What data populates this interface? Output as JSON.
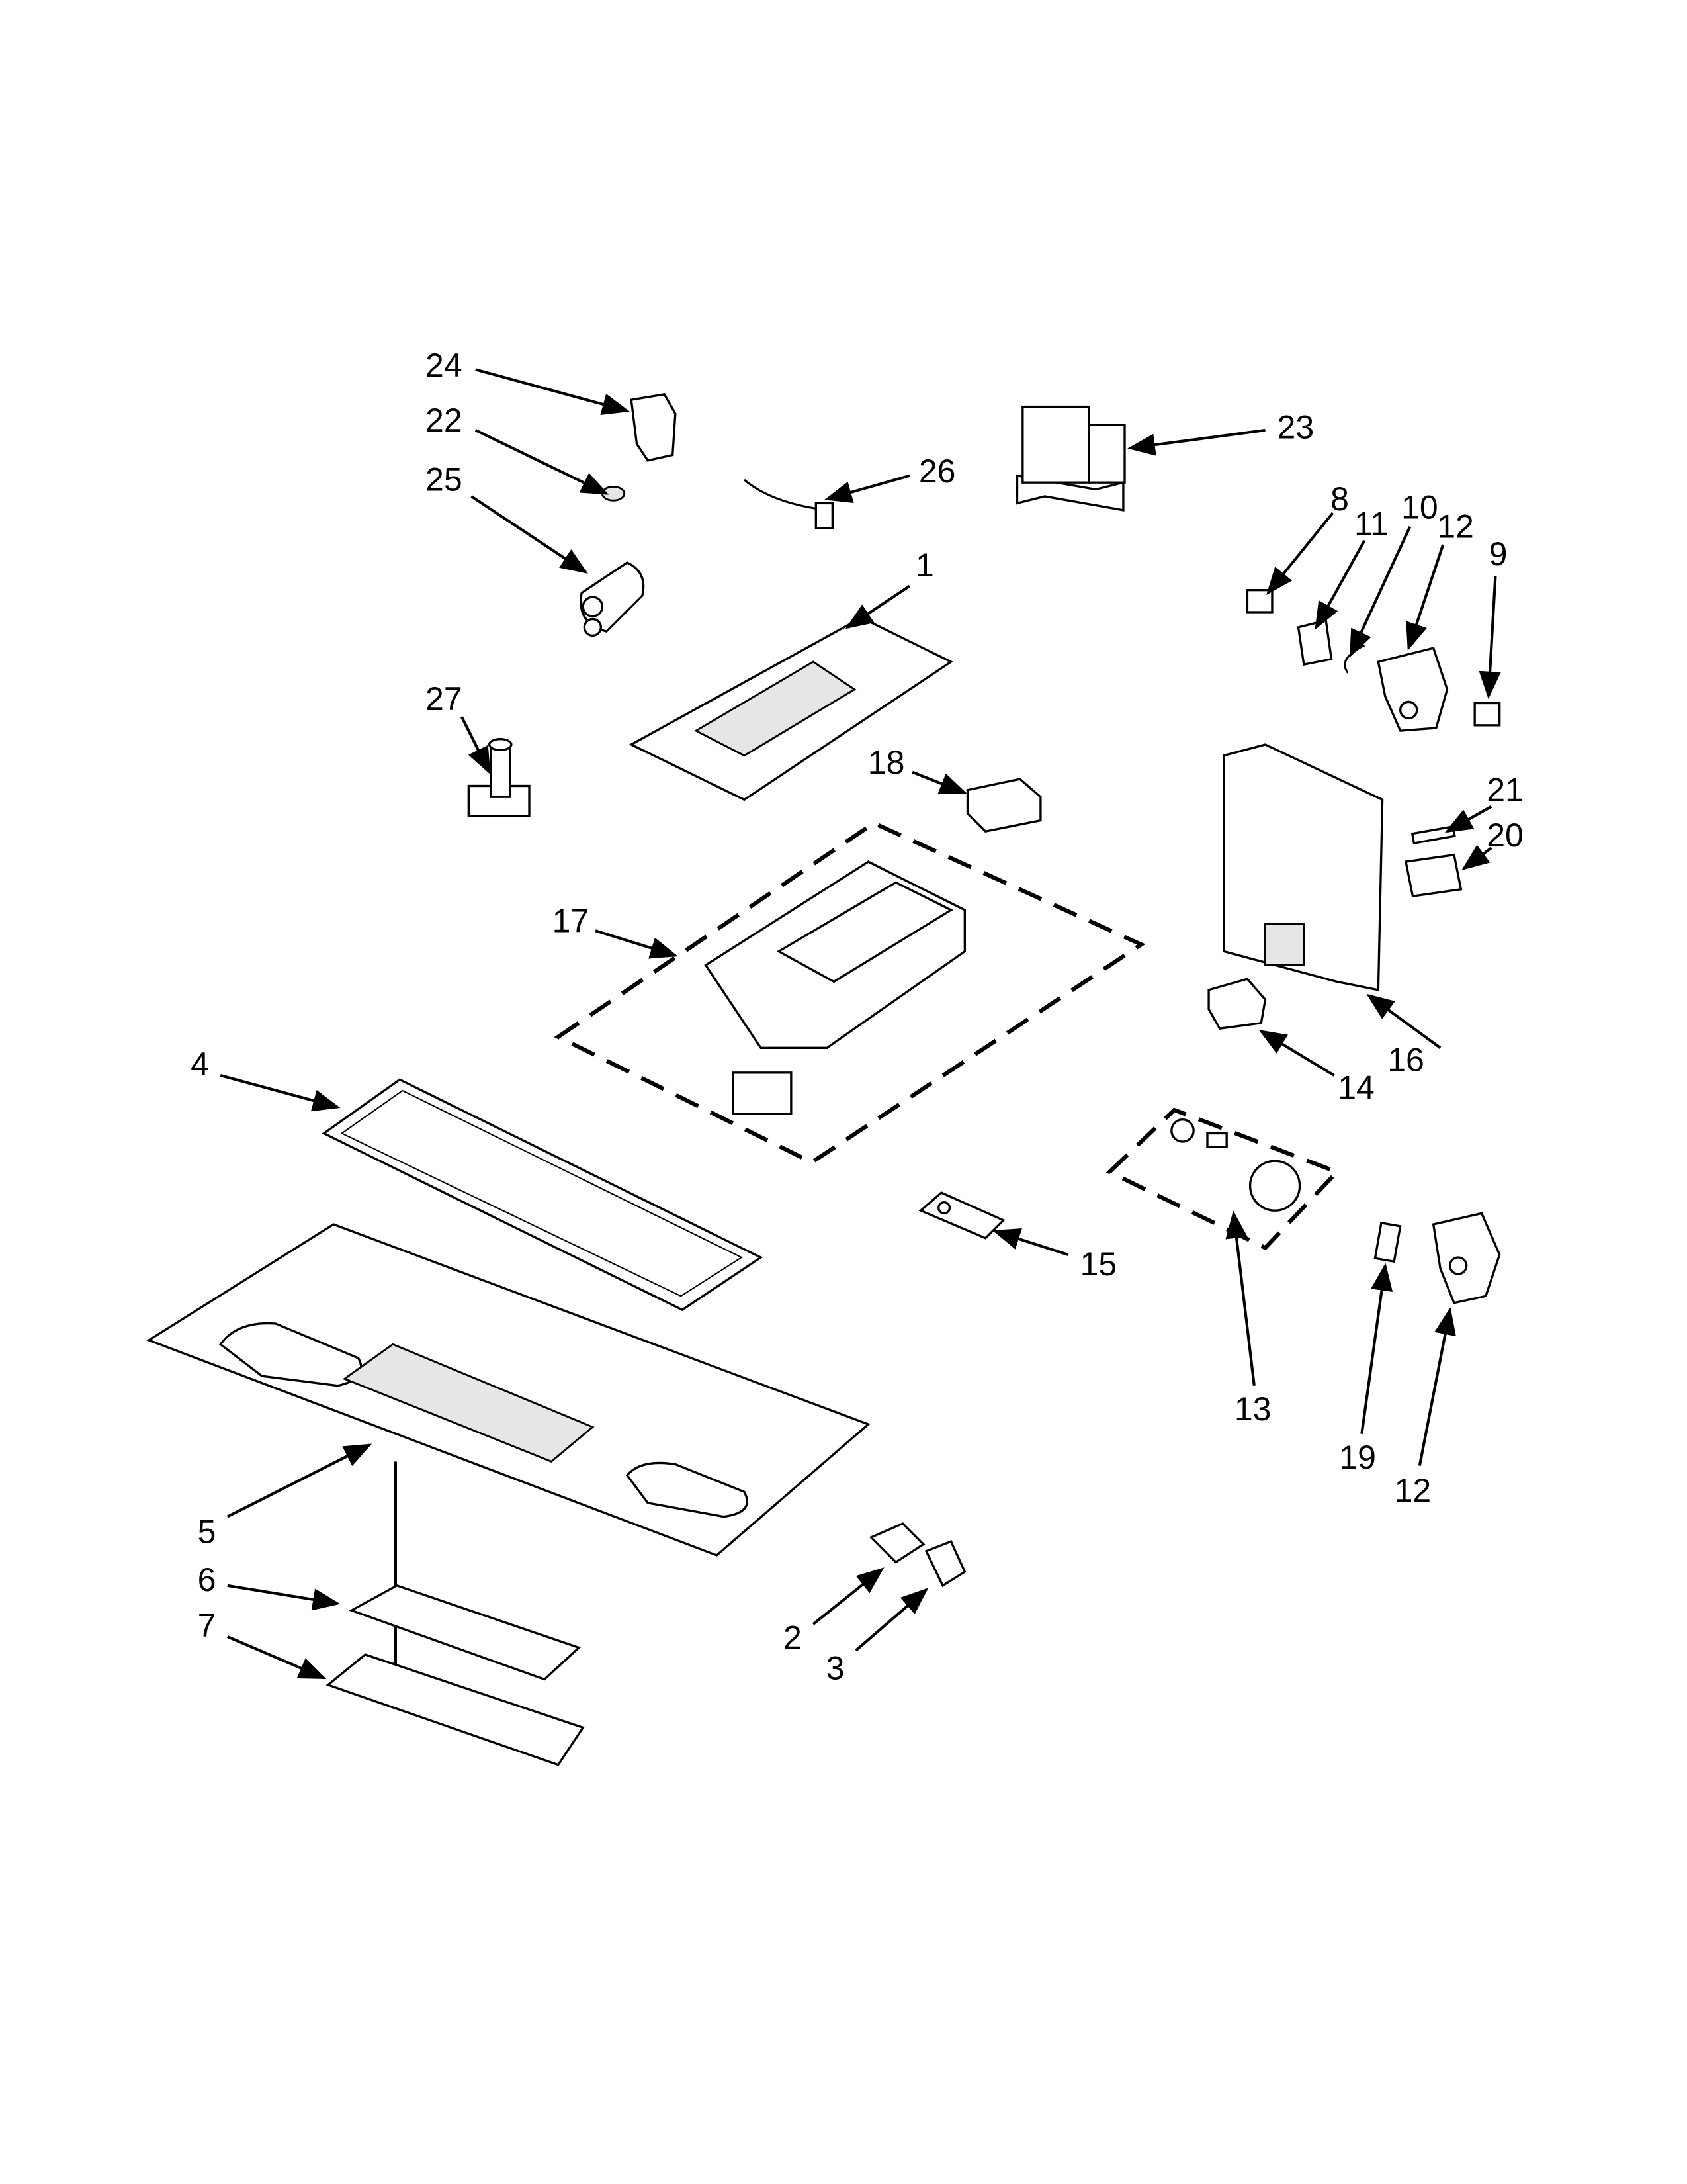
{
  "callouts": [
    {
      "id": "24",
      "text": "24"
    },
    {
      "id": "22",
      "text": "22"
    },
    {
      "id": "25",
      "text": "25"
    },
    {
      "id": "26",
      "text": "26"
    },
    {
      "id": "23",
      "text": "23"
    },
    {
      "id": "8",
      "text": "8"
    },
    {
      "id": "11",
      "text": "11"
    },
    {
      "id": "10",
      "text": "10"
    },
    {
      "id": "12a",
      "text": "12"
    },
    {
      "id": "9",
      "text": "9"
    },
    {
      "id": "1",
      "text": "1"
    },
    {
      "id": "27",
      "text": "27"
    },
    {
      "id": "18",
      "text": "18"
    },
    {
      "id": "21",
      "text": "21"
    },
    {
      "id": "20",
      "text": "20"
    },
    {
      "id": "17",
      "text": "17"
    },
    {
      "id": "4",
      "text": "4"
    },
    {
      "id": "14",
      "text": "14"
    },
    {
      "id": "16",
      "text": "16"
    },
    {
      "id": "15",
      "text": "15"
    },
    {
      "id": "13",
      "text": "13"
    },
    {
      "id": "19",
      "text": "19"
    },
    {
      "id": "12b",
      "text": "12"
    },
    {
      "id": "5",
      "text": "5"
    },
    {
      "id": "6",
      "text": "6"
    },
    {
      "id": "7",
      "text": "7"
    },
    {
      "id": "2",
      "text": "2"
    },
    {
      "id": "3",
      "text": "3"
    }
  ]
}
